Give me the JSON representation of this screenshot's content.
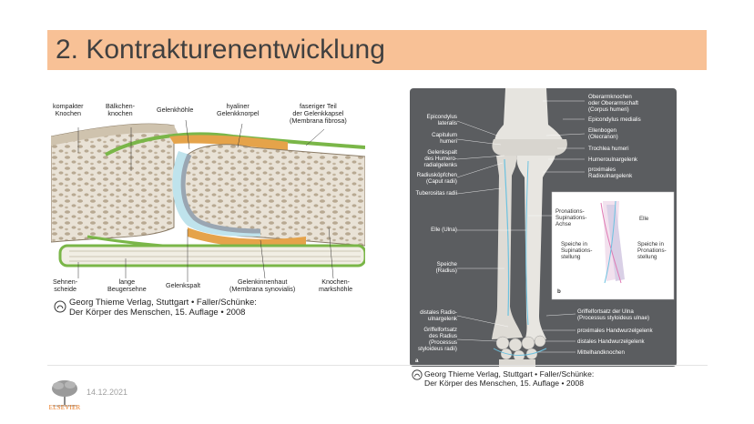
{
  "slide": {
    "title": "2. Kontrakturenentwicklung",
    "date": "14.12.2021",
    "logo_text": "ELSEVIER"
  },
  "left_figure": {
    "labels": {
      "kompakter_knochen": "kompakter\nKnochen",
      "baelkchenknochen": "Bälkchen-\nknochen",
      "gelenkhoehle": "Gelenkhöhle",
      "hyaliner_knorpel": "hyaliner\nGelenkknorpel",
      "gelenkkapsel": "faseriger Teil\nder Gelenkkapsel\n(Membrana fibrosa)",
      "sehnenscheide": "Sehnen-\nscheide",
      "beugersehne": "lange\nBeugersehne",
      "gelenkspalt": "Gelenkspalt",
      "gelenkinnenhaut": "Gelenkinnenhaut\n(Membrana synovialis)",
      "knochenmarkshoehle": "Knochen-\nmarkshöhle"
    },
    "credit": "Georg Thieme Verlag, Stuttgart • Faller/Schünke:\nDer Körper des Menschen, 15. Auflage • 2008"
  },
  "right_figure": {
    "labels": {
      "oberarmknochen": "Oberarmknochen\noder Oberarmschaft\n(Corpus humeri)",
      "epicondylus_lateralis": "Epicondylus\nlateralis",
      "epicondylus_medialis": "Epicondylus medialis",
      "capitulum": "Capitulum\nhumeri",
      "ellenbogen": "Ellenbogen\n(Olecranon)",
      "gelenkspalt_hr": "Gelenkspalt\ndes Humero-\nradialgelenks",
      "trochlea": "Trochlea humeri",
      "humeroulnargelenk": "Humeroulnargelenk",
      "radiuskoepfchen": "Radiusköpfchen\n(Caput radii)",
      "prox_radioulnar": "proximales\nRadioulnargelenk",
      "tuberositas": "Tuberositas radii",
      "pronationsachse": "Pronations-\nSupinations-\nAchse",
      "elle_inset": "Elle",
      "elle_ulna": "Elle (Ulna)",
      "speiche_sup": "Speiche in\nSupinations-\nstellung",
      "speiche_pro": "Speiche in\nPronations-\nstellung",
      "speiche_radius": "Speiche\n(Radius)",
      "inset_b": "b",
      "distales_radioulnar": "distales Radio-\nulnargelenk",
      "griffelfortsatz_ulna": "Griffelfortsatz der Ulna\n(Processus styloideus ulnae)",
      "griffelfortsatz_radius": "Griffelfortsatz\ndes Radius\n(Processus\nstyloideus radii)",
      "prox_handwurzel": "proximales Handwurzelgelenk",
      "dist_handwurzel": "distales Handwurzelgelenk",
      "mittelhand": "Mittelhandknochen",
      "panel_a": "a"
    },
    "credit": "Georg Thieme Verlag, Stuttgart • Faller/Schünke:\nDer Körper des Menschen, 15. Auflage • 2008"
  }
}
